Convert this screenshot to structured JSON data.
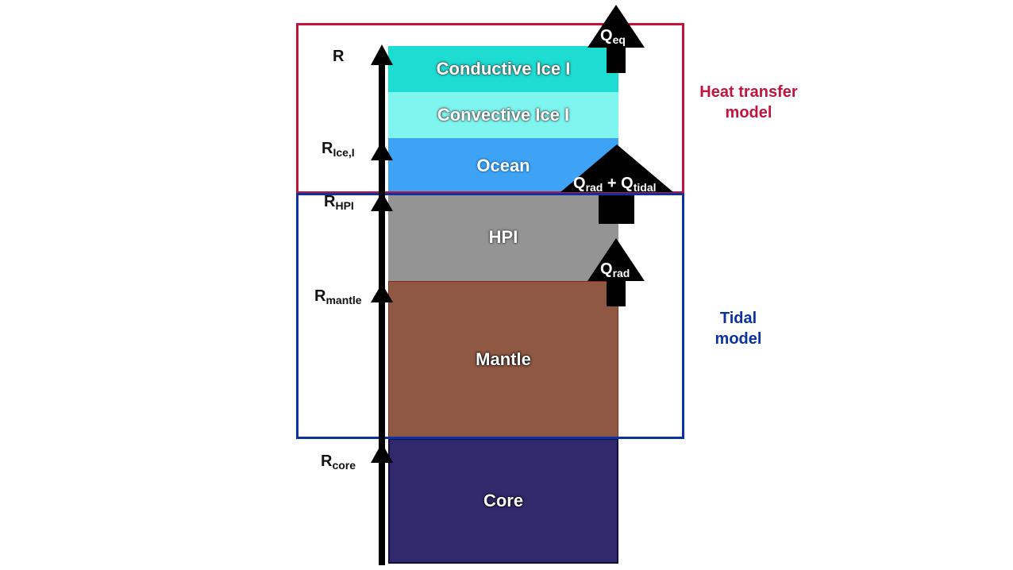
{
  "layers": {
    "conductive_ice": {
      "label": "Conductive Ice I",
      "color": "#1ddcd2"
    },
    "convective_ice": {
      "label": "Convective Ice I",
      "color": "#7ff5f0"
    },
    "ocean": {
      "label": "Ocean",
      "color": "#3fa3f5"
    },
    "hpi": {
      "label": "HPI",
      "color": "#949494"
    },
    "mantle": {
      "label": "Mantle",
      "color": "#8e5843"
    },
    "core": {
      "label": "Core",
      "color": "#31296b"
    }
  },
  "models": {
    "heat_transfer": {
      "line1": "Heat transfer",
      "line2": "model",
      "color": "#c0143c"
    },
    "tidal": {
      "line1": "Tidal",
      "line2": "model",
      "color": "#0a32a0"
    }
  },
  "radii": {
    "r": {
      "main": "R",
      "sub": ""
    },
    "r_ice": {
      "main": "R",
      "sub": "Ice,I"
    },
    "r_hpi": {
      "main": "R",
      "sub": "HPI"
    },
    "r_mantle": {
      "main": "R",
      "sub": "mantle"
    },
    "r_core": {
      "main": "R",
      "sub": "core"
    }
  },
  "fluxes": {
    "q_eq": {
      "main": "Q",
      "sub": "eq"
    },
    "q_rad_tidal": {
      "main1": "Q",
      "sub1": "rad",
      "plus": " + ",
      "main2": "Q",
      "sub2": "tidal"
    },
    "q_rad": {
      "main": "Q",
      "sub": "rad"
    }
  }
}
